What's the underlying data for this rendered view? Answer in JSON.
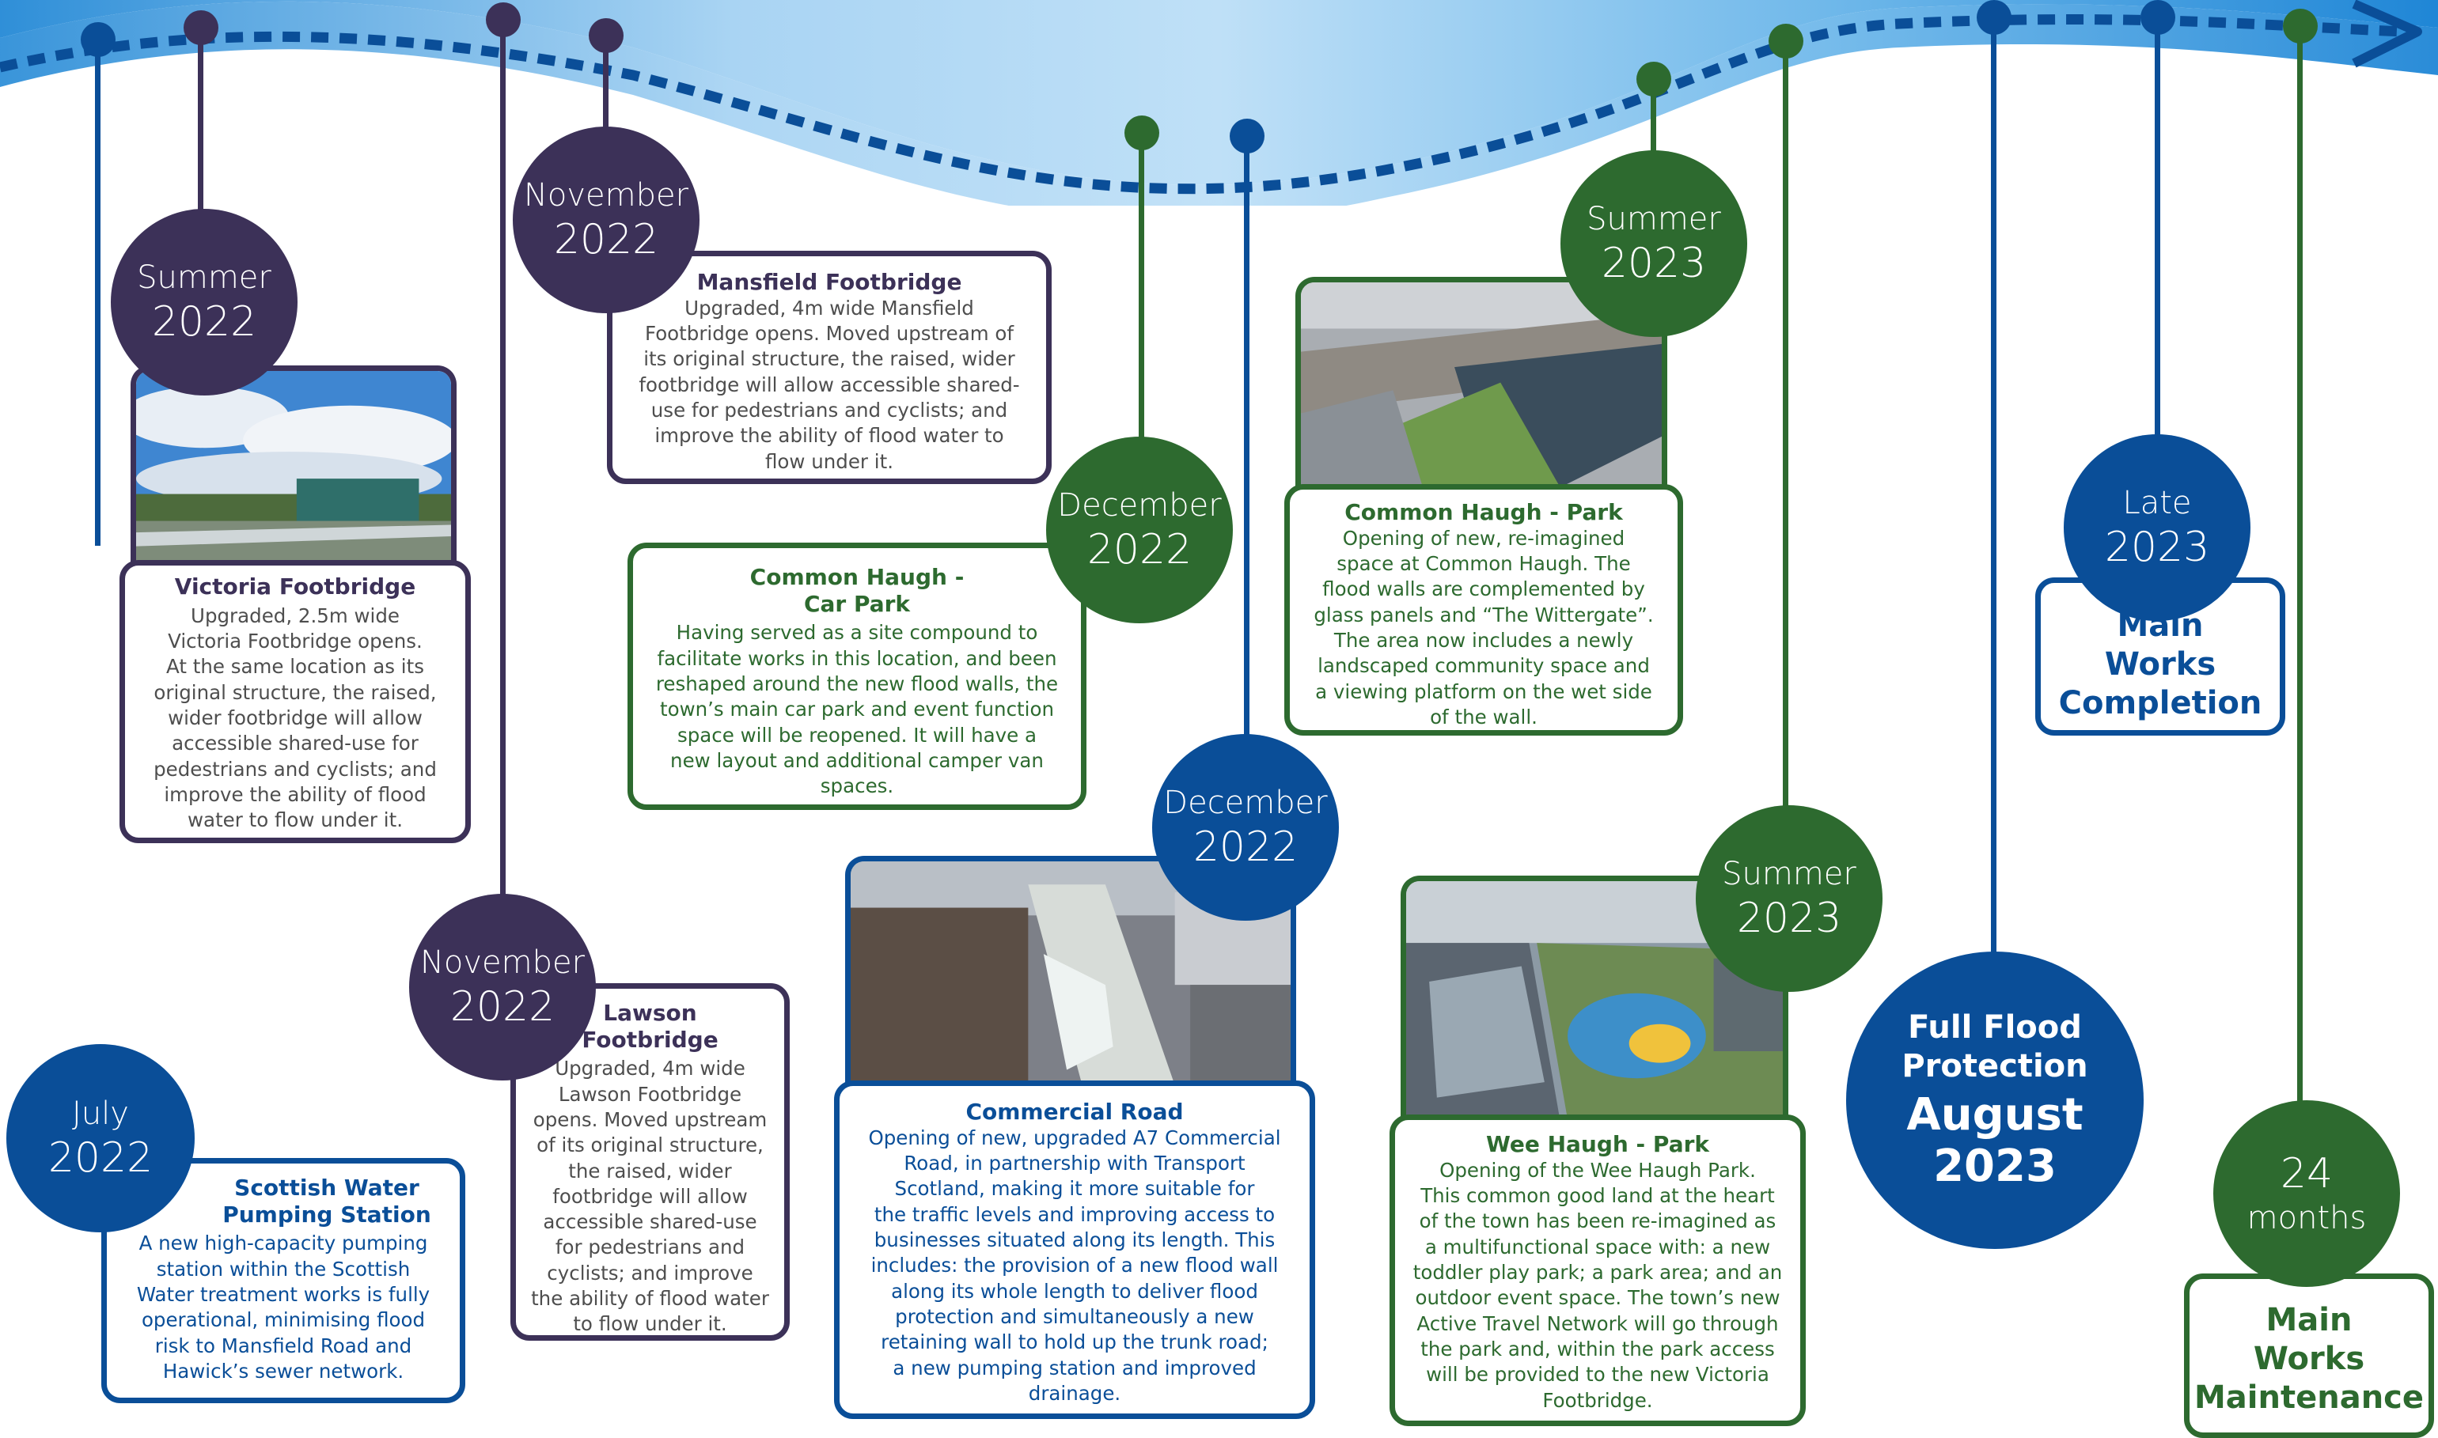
{
  "colors": {
    "purple": "#3c3158",
    "green": "#2d6a2f",
    "blue": "#0a4e98",
    "wave": "#4ba3df"
  },
  "milestones": {
    "scottish_water": {
      "period": "July",
      "year": "2022",
      "title": "Scottish Water\nPumping Station",
      "body": "A new high-capacity pumping\nstation within the Scottish\nWater treatment works is fully\noperational, minimising flood\nrisk to Mansfield Road and\nHawick’s sewer network."
    },
    "victoria_footbridge": {
      "period": "Summer",
      "year": "2022",
      "title": "Victoria Footbridge",
      "body": "Upgraded, 2.5m wide\nVictoria Footbridge opens.\nAt the same location as its\noriginal structure, the raised,\nwider footbridge will allow\naccessible shared-use for\npedestrians and cyclists; and\nimprove the ability of flood\nwater to flow under it."
    },
    "lawson_footbridge": {
      "period": "November",
      "year": "2022",
      "title": "Lawson\nFootbridge",
      "body": "Upgraded, 4m wide\nLawson Footbridge\nopens. Moved upstream\nof its original structure,\nthe raised, wider\nfootbridge will allow\naccessible shared-use\nfor pedestrians and\ncyclists; and improve\nthe ability of flood water\nto flow under it."
    },
    "mansfield_footbridge": {
      "period": "November",
      "year": "2022",
      "title": "Mansfield Footbridge",
      "body": "Upgraded, 4m wide Mansfield\nFootbridge opens. Moved upstream of\nits original structure, the raised, wider\nfootbridge will allow accessible shared-\nuse for pedestrians and cyclists; and\nimprove the ability of flood water to\nflow under it."
    },
    "common_haugh_car_park": {
      "period": "December",
      "year": "2022",
      "title": "Common Haugh -\nCar Park",
      "body": "Having served as a site compound to\nfacilitate works in this location, and been\nreshaped around the new flood walls, the\ntown’s main car park and event function\nspace will be reopened. It will have a\nnew layout and additional camper van\nspaces."
    },
    "commercial_road": {
      "period": "December",
      "year": "2022",
      "title": "Commercial Road",
      "body": "Opening of new, upgraded A7 Commercial\nRoad, in partnership with Transport\nScotland, making it more suitable for\nthe traffic levels and improving access to\nbusinesses situated along its length. This\nincludes: the provision of a new flood wall\nalong its whole length to deliver flood\nprotection and simultaneously a new\nretaining wall to hold up the trunk road;\na new pumping station and improved\ndrainage."
    },
    "common_haugh_park": {
      "period": "Summer",
      "year": "2023",
      "title": "Common Haugh - Park",
      "body": "Opening of new, re-imagined\nspace at Common Haugh.  The\nflood walls are complemented by\nglass panels and “The Wittergate”.\nThe area now includes a newly\nlandscaped community space and\na viewing platform on the wet side\nof the wall."
    },
    "wee_haugh_park": {
      "period": "Summer",
      "year": "2023",
      "title": "Wee Haugh - Park",
      "body": "Opening of the Wee Haugh Park.\nThis common good land at the heart\nof the town has been re-imagined as\na multifunctional space with: a new\ntoddler play park; a park area; and an\noutdoor event space. The town’s new\nActive Travel Network will go through\nthe park and, within the park access\nwill be provided to the new Victoria\nFootbridge."
    },
    "full_flood_protection": {
      "label": "Full Flood\nProtection",
      "date": "August\n2023"
    },
    "main_works_completion": {
      "period": "Late",
      "year": "2023",
      "title": "Main\nWorks\nCompletion"
    },
    "main_works_maintenance": {
      "period": "24",
      "year": "months",
      "title": "Main\nWorks\nMaintenance"
    }
  },
  "icons": {
    "wave_arrow": "chevron-right-icon"
  }
}
